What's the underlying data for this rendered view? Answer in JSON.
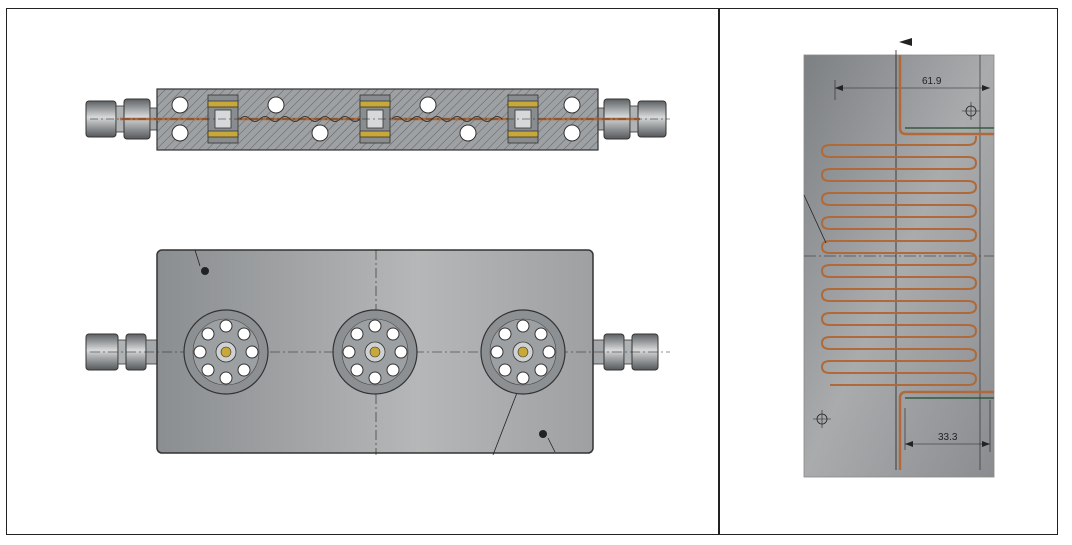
{
  "figure": {
    "panels": [
      {
        "name": "cross-section-view"
      },
      {
        "name": "top-view"
      },
      {
        "name": "serpentine-channel-detail"
      }
    ],
    "dimensions": {
      "upper_width": "61.9",
      "lower_width": "33.3"
    },
    "colors": {
      "steel": "#8e9193",
      "steel_light": "#c9cbcc",
      "copper": "#b06a3a",
      "brass": "#c8a838"
    }
  }
}
